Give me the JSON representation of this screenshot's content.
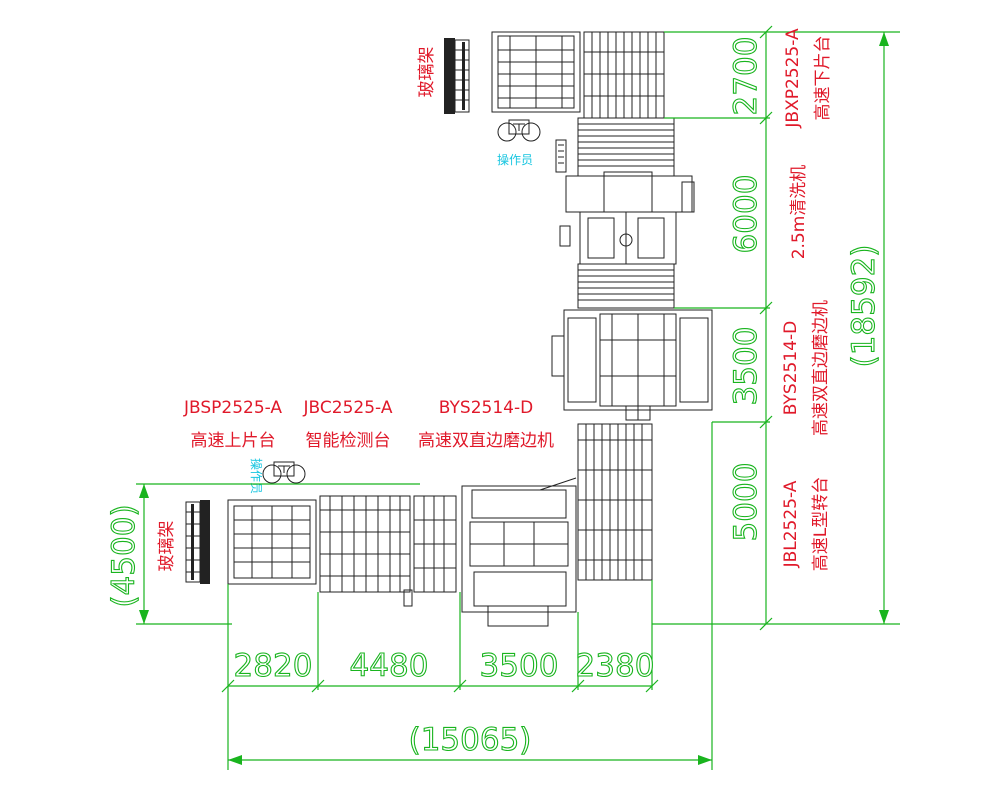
{
  "colors": {
    "dimension": "#19b41e",
    "label": "#e0192a",
    "operator": "#18c6e0",
    "equipment": "#222222"
  },
  "rack_label": "玻璃架",
  "operator_label": "操作员",
  "machines": {
    "unload": {
      "model": "JBXP2525-A",
      "name": "高速下片台"
    },
    "washer": {
      "model": "",
      "name": "2.5m清洗机"
    },
    "edger_vertical": {
      "model": "BYS2514-D",
      "name": "高速双直边磨边机"
    },
    "turn": {
      "model": "JBL2525-A",
      "name": "高速L型转台"
    },
    "load": {
      "model": "JBSP2525-A",
      "name": "高速上片台"
    },
    "inspect": {
      "model": "JBC2525-A",
      "name": "智能检测台"
    },
    "edger_horizontal": {
      "model": "BYS2514-D",
      "name": "高速双直边磨边机"
    }
  },
  "dimensions": {
    "vertical": [
      "2700",
      "6000",
      "3500",
      "5000"
    ],
    "vertical_total": "(18592)",
    "horizontal": [
      "2820",
      "4480",
      "3500",
      "2380"
    ],
    "horizontal_total": "(15065)",
    "left_height": "(4500)"
  },
  "icons": [
    "glass-rack-icon",
    "operator-icon",
    "control-panel-icon"
  ]
}
